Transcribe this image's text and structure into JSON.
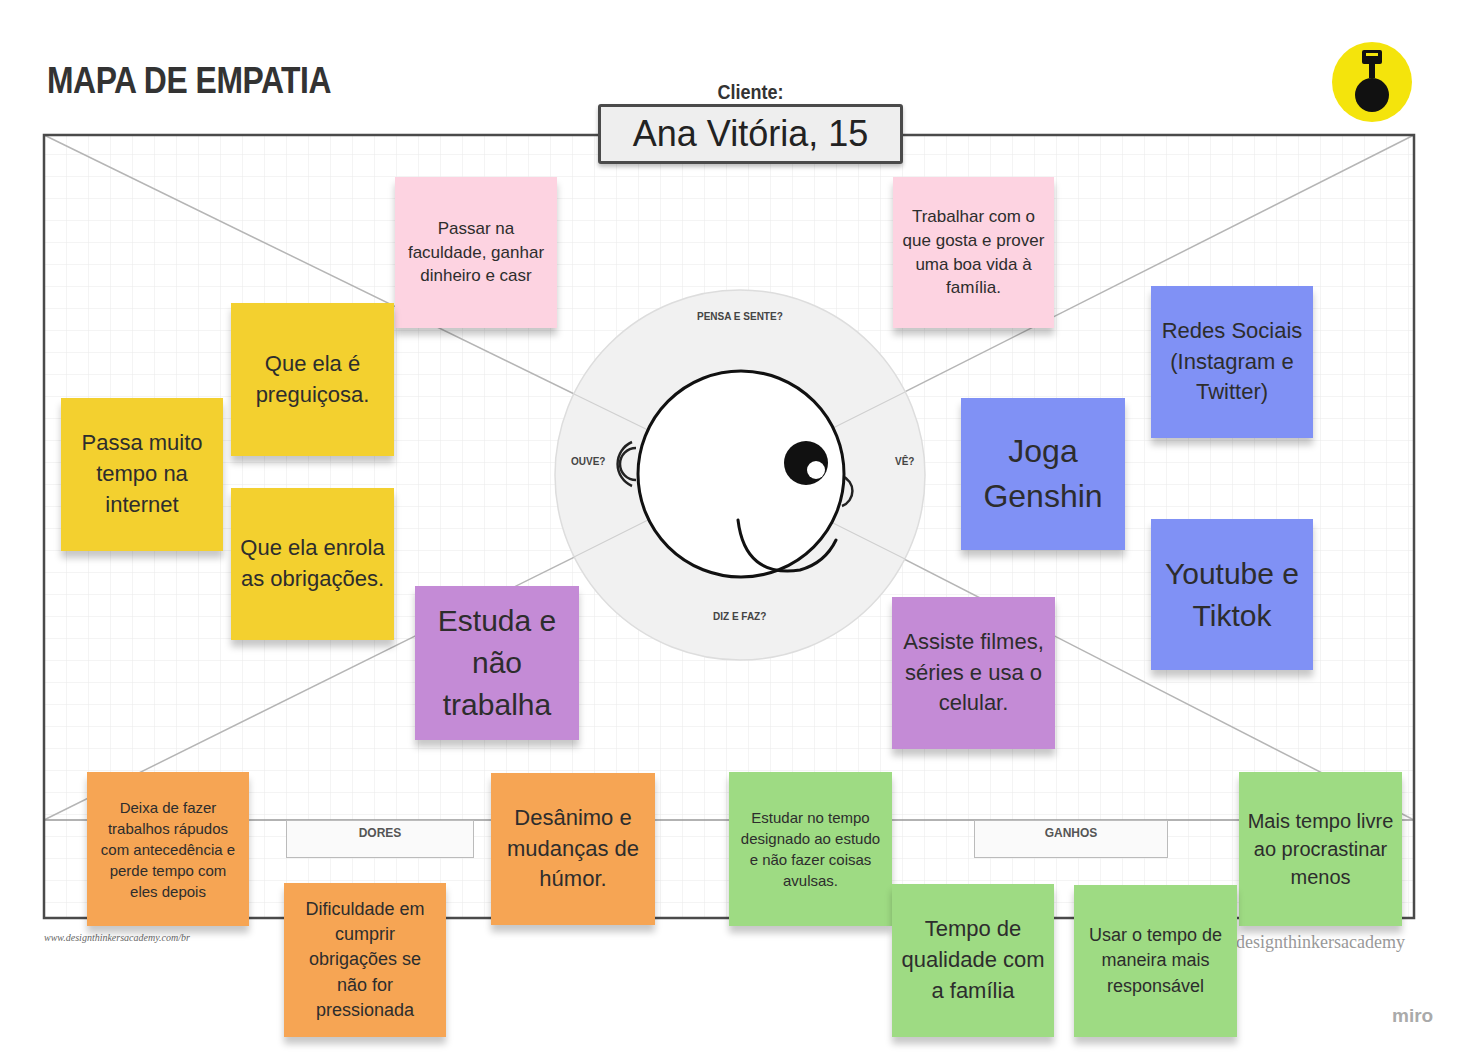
{
  "diagram": {
    "title": "MAPA DE EMPATIA",
    "nodes": [
      {
        "text": [
          "Cliente:",
          "Ana Vitória, 15"
        ]
      },
      {
        "text": [
          "Passar na faculdade, ganhar dinheiro e casr"
        ]
      },
      {
        "text": [
          "Trabalhar com o que gosta e prover uma boa vida à família."
        ]
      },
      {
        "text": [
          "Redes Sociais (Instagram e Twitter)"
        ]
      },
      {
        "text": [
          "Que ela é preguiçosa."
        ]
      },
      {
        "text": [
          "Passa muito tempo na internet"
        ]
      },
      {
        "text": [
          "Joga Genshin"
        ]
      },
      {
        "text": [
          "Que ela enrola as obrigações."
        ]
      },
      {
        "text": [
          "Youtube e Tiktok"
        ]
      },
      {
        "text": [
          "Estuda e não trabalha"
        ]
      },
      {
        "text": [
          "Assiste filmes, séries e usa o celular."
        ]
      },
      {
        "text": [
          "Deixa de fazer trabalhos rápudos com antecedência e perde tempo com eles depois"
        ]
      },
      {
        "text": [
          "Desânimo e mudanças de húmor."
        ]
      },
      {
        "text": [
          "Estudar no tempo designado ao estudo e não fazer coisas avulsas."
        ]
      },
      {
        "text": [
          "Mais tempo livre ao procrastinar menos"
        ]
      },
      {
        "text": [
          "DORES"
        ]
      },
      {
        "text": [
          "GANHOS"
        ]
      },
      {
        "text": [
          "Dificuldade em cumprir obrigações se não for pressionada"
        ]
      },
      {
        "text": [
          "Tempo de qualidade com a família"
        ]
      },
      {
        "text": [
          "Usar o tempo de maneira mais responsável"
        ]
      }
    ],
    "labels": [
      "PENSA E SENTE?",
      "OUVE?",
      "VÊ?",
      "DIZ E FAZ?",
      "www.designthinkersacademy.com/br",
      "designthinkersacademy",
      "miro"
    ]
  }
}
